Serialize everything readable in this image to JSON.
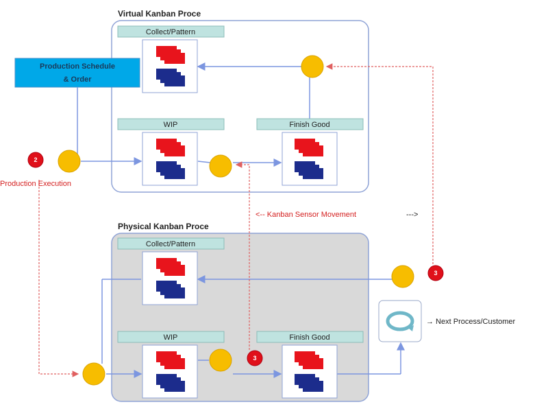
{
  "virtual": {
    "title": "Virtual Kanban Proce",
    "collect_label": "Collect/Pattern",
    "wip_label": "WIP",
    "finish_label": "Finish Good"
  },
  "physical": {
    "title": "Physical Kanban Proce",
    "collect_label": "Collect/Pattern",
    "wip_label": "WIP",
    "finish_label": "Finish Good"
  },
  "schedule": {
    "line1": "Production Schedule",
    "line2": "& Order"
  },
  "labels": {
    "production_execution": "Production Execution",
    "kanban_movement": "<-- Kanban Sensor Movement",
    "kanban_movement_end": "--->",
    "next_process": "→ Next Process/Customer"
  },
  "badges": {
    "b1": "2",
    "b2": "3",
    "b3": "3"
  },
  "colors": {
    "panel_border": "#8fa3d6",
    "physical_bg": "#d9d9d9",
    "header_fill": "#bfe3e0",
    "schedule_fill": "#00a8e8",
    "kanban_red": "#e8141c",
    "kanban_blue": "#1c2c8c",
    "circle_fill": "#f7bd00",
    "badge_fill": "#e0101a",
    "flow_line": "#7c96e0",
    "signal_line": "#e06060"
  }
}
